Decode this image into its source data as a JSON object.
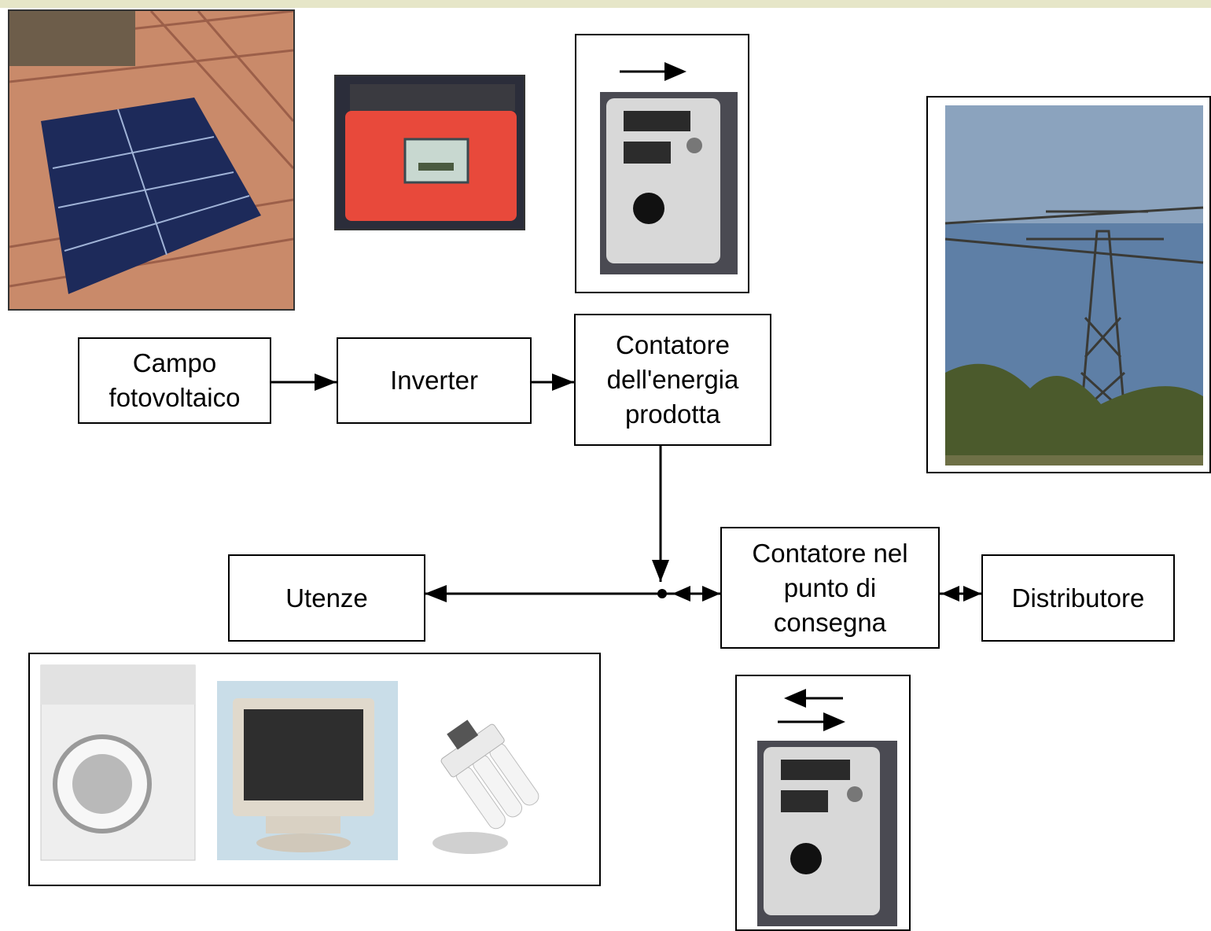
{
  "blocks": {
    "campo": "Campo\nfotovoltaico",
    "inverter": "Inverter",
    "contatore_prodotta": "Contatore\ndell'energia\nprodotta",
    "utenze": "Utenze",
    "contatore_consegna": "Contatore nel\npunto di\nconsegna",
    "distributore": "Distributore"
  },
  "colors": {
    "line": "#000000",
    "panel_roof": "#c98a6a",
    "panel_cells": "#1d2a5a",
    "inverter_body": "#e8493b",
    "meter_body": "#d8d8d8",
    "sky": "#5e7fa6",
    "tree": "#4b5a2c"
  },
  "icons": [
    "solar-panel-photo",
    "inverter-photo",
    "energy-meter-photo",
    "pylon-photo",
    "washing-machine-photo",
    "monitor-photo",
    "lamp-photo"
  ]
}
